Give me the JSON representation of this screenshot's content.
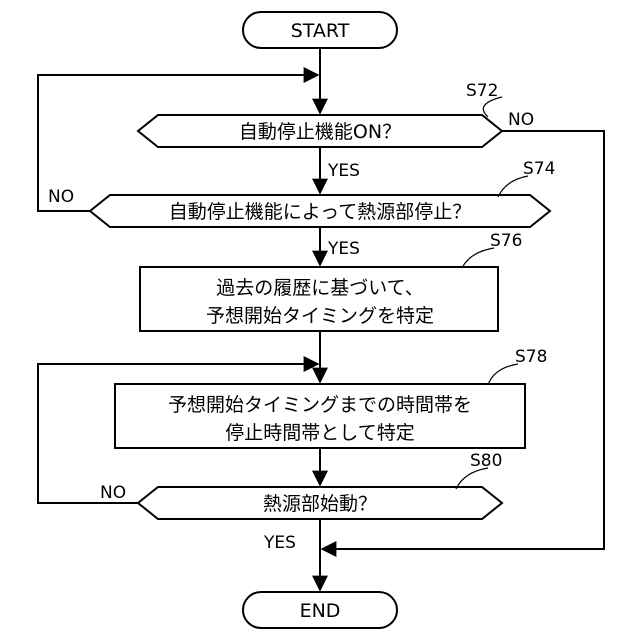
{
  "terminals": {
    "start": "START",
    "end": "END"
  },
  "decisions": {
    "s72": "自動停止機能ON？",
    "s74": "自動停止機能によって熱源部停止？",
    "s80": "熱源部始動？"
  },
  "processes": {
    "s76": [
      "過去の履歴に基づいて、",
      "予想開始タイミングを特定"
    ],
    "s78": [
      "予想開始タイミングまでの時間帯を",
      "停止時間帯として特定"
    ]
  },
  "step_labels": {
    "s72": "S72",
    "s74": "S74",
    "s76": "S76",
    "s78": "S78",
    "s80": "S80"
  },
  "branch_labels": {
    "s72_yes": "YES",
    "s72_no": "NO",
    "s74_yes": "YES",
    "s74_no": "NO",
    "s80_yes": "YES",
    "s80_no": "NO"
  }
}
